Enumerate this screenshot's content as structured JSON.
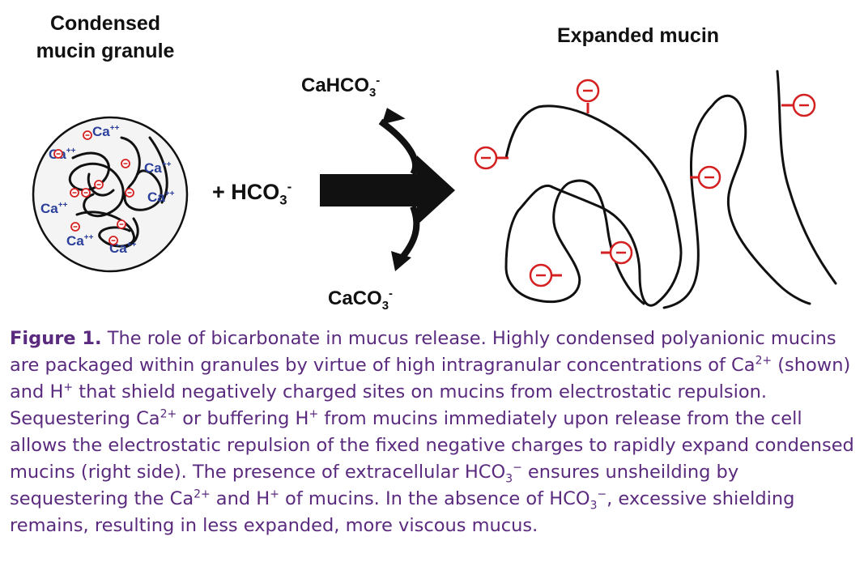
{
  "figure": {
    "granule_title_line1": "Condensed",
    "granule_title_line2": "mucin granule",
    "expanded_title": "Expanded mucin",
    "reactant": "+ HCO",
    "reactant_sub": "3",
    "reactant_sup": "-",
    "product_top": "CaHCO",
    "product_top_sub": "3",
    "product_top_sup": "-",
    "product_bottom": "CaCO",
    "product_bottom_sub": "3",
    "product_bottom_sup": "-",
    "ion_label": "Ca",
    "ion_charge": "++",
    "charge_symbol": "−"
  },
  "caption": {
    "label": "Figure 1.",
    "t1": " The role of bicarbonate in mucus release. Highly condensed polyanionic mucins are packaged within granules by virtue of high intragranular concentrations of Ca",
    "s1": "2+",
    "t2": " (shown) and H",
    "s2": "+",
    "t3": " that shield negatively charged sites on mucins from electrostatic repulsion. Sequestering Ca",
    "s3": "2+",
    "t4": " or buffering H",
    "s4": "+",
    "t5": " from mucins immediately upon release from the cell allows the electrostatic repulsion of the fixed negative charges to rapidly expand condensed mucins (right side). The presence of extracellular HCO",
    "s5sub": "3",
    "s5sup": "−",
    "t6": " ensures unsheilding by sequestering the Ca",
    "s6": "2+",
    "t7": " and H",
    "s7": "+",
    "t8": " of mucins. In the absence of HCO",
    "s8sub": "3",
    "s8sup": "−",
    "t9": ", excessive shielding remains, resulting in less expanded, more viscous mucus."
  },
  "colors": {
    "caption": "#5a2a7e",
    "ion": "#2a3f9a",
    "charge": "#d42020"
  }
}
